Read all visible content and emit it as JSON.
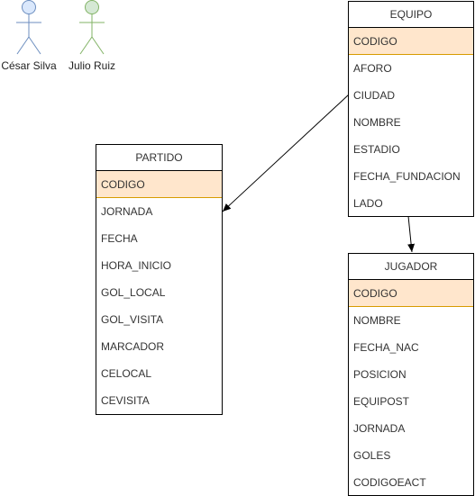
{
  "actors": [
    {
      "name": "César Silva",
      "color": "#6c8ebf",
      "fill": "#dae8fc"
    },
    {
      "name": "Julio Ruiz",
      "color": "#82b366",
      "fill": "#d5e8d4"
    }
  ],
  "entities": {
    "equipo": {
      "title": "EQUIPO",
      "fields": [
        "CODIGO",
        "AFORO",
        "CIUDAD",
        "NOMBRE",
        "ESTADIO",
        "FECHA_FUNDACION",
        "LADO"
      ]
    },
    "partido": {
      "title": "PARTIDO",
      "fields": [
        "CODIGO",
        "JORNADA",
        "FECHA",
        "HORA_INICIO",
        "GOL_LOCAL",
        "GOL_VISITA",
        "MARCADOR",
        "CELOCAL",
        "CEVISITA"
      ]
    },
    "jugador": {
      "title": "JUGADOR",
      "fields": [
        "CODIGO",
        "NOMBRE",
        "FECHA_NAC",
        "POSICION",
        "EQUIPOST",
        "JORNADA",
        "GOLES",
        "CODIGOEACT"
      ]
    }
  },
  "colors": {
    "primary_key_fill": "#ffe6cc",
    "primary_key_border": "#d79b00",
    "line": "#000000"
  }
}
